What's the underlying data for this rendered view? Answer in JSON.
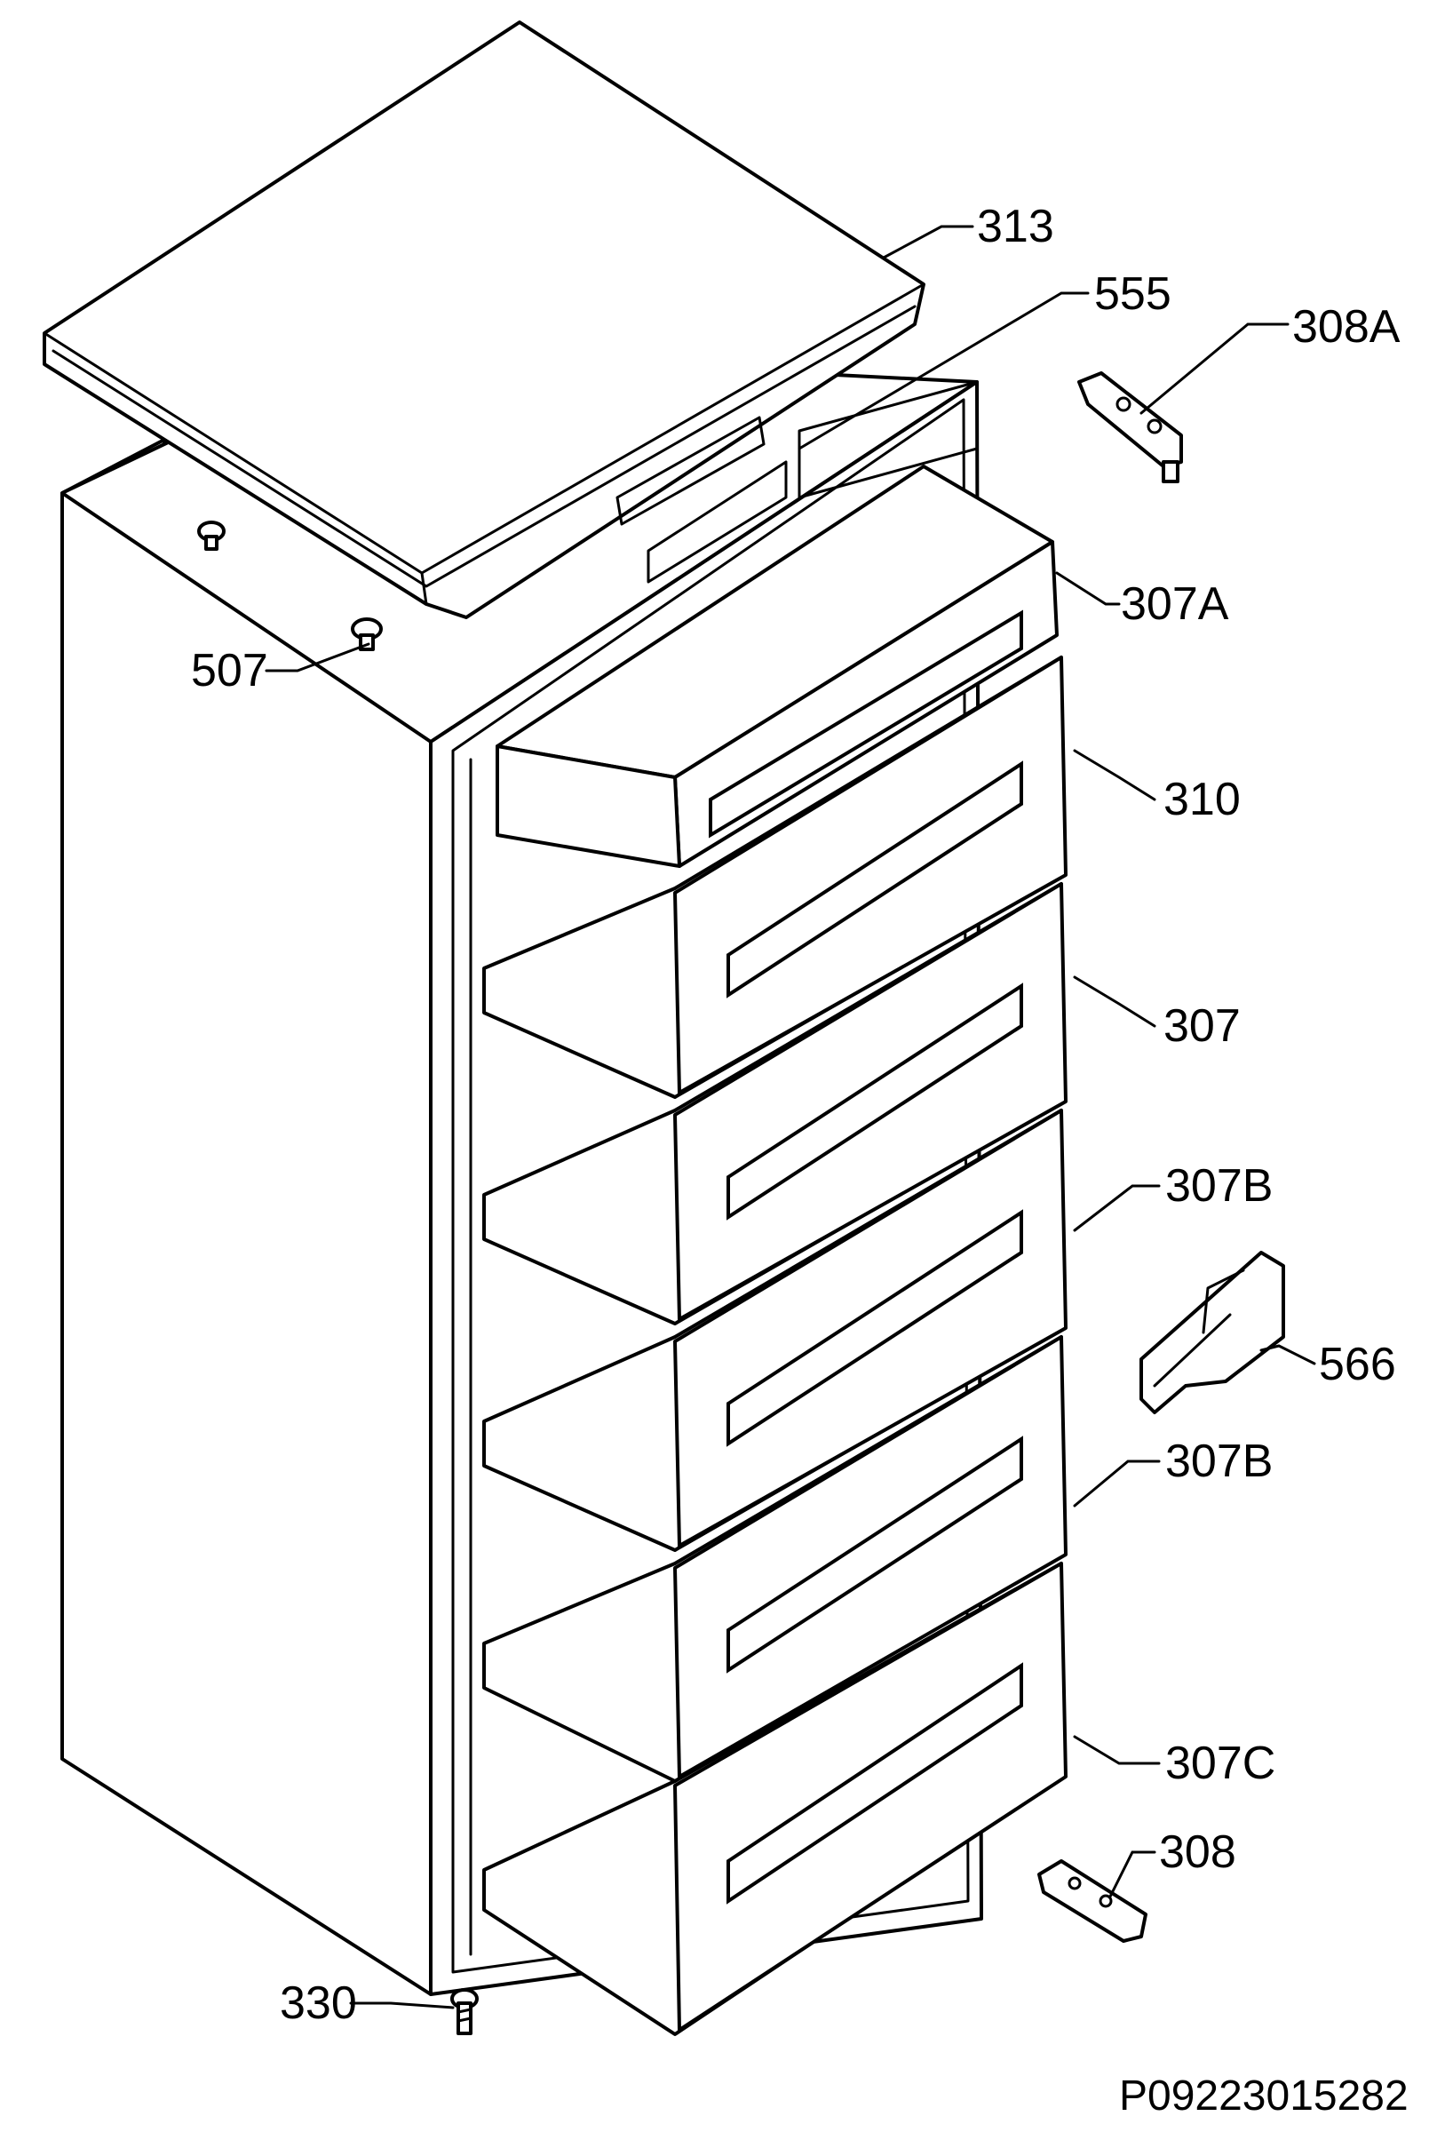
{
  "callouts": {
    "c313": "313",
    "c555": "555",
    "c308A": "308A",
    "c307A": "307A",
    "c507": "507",
    "c310": "310",
    "c307": "307",
    "c307B_1": "307B",
    "c566": "566",
    "c307B_2": "307B",
    "c307C": "307C",
    "c308": "308",
    "c330": "330"
  },
  "diagram_code": "P09223015282"
}
